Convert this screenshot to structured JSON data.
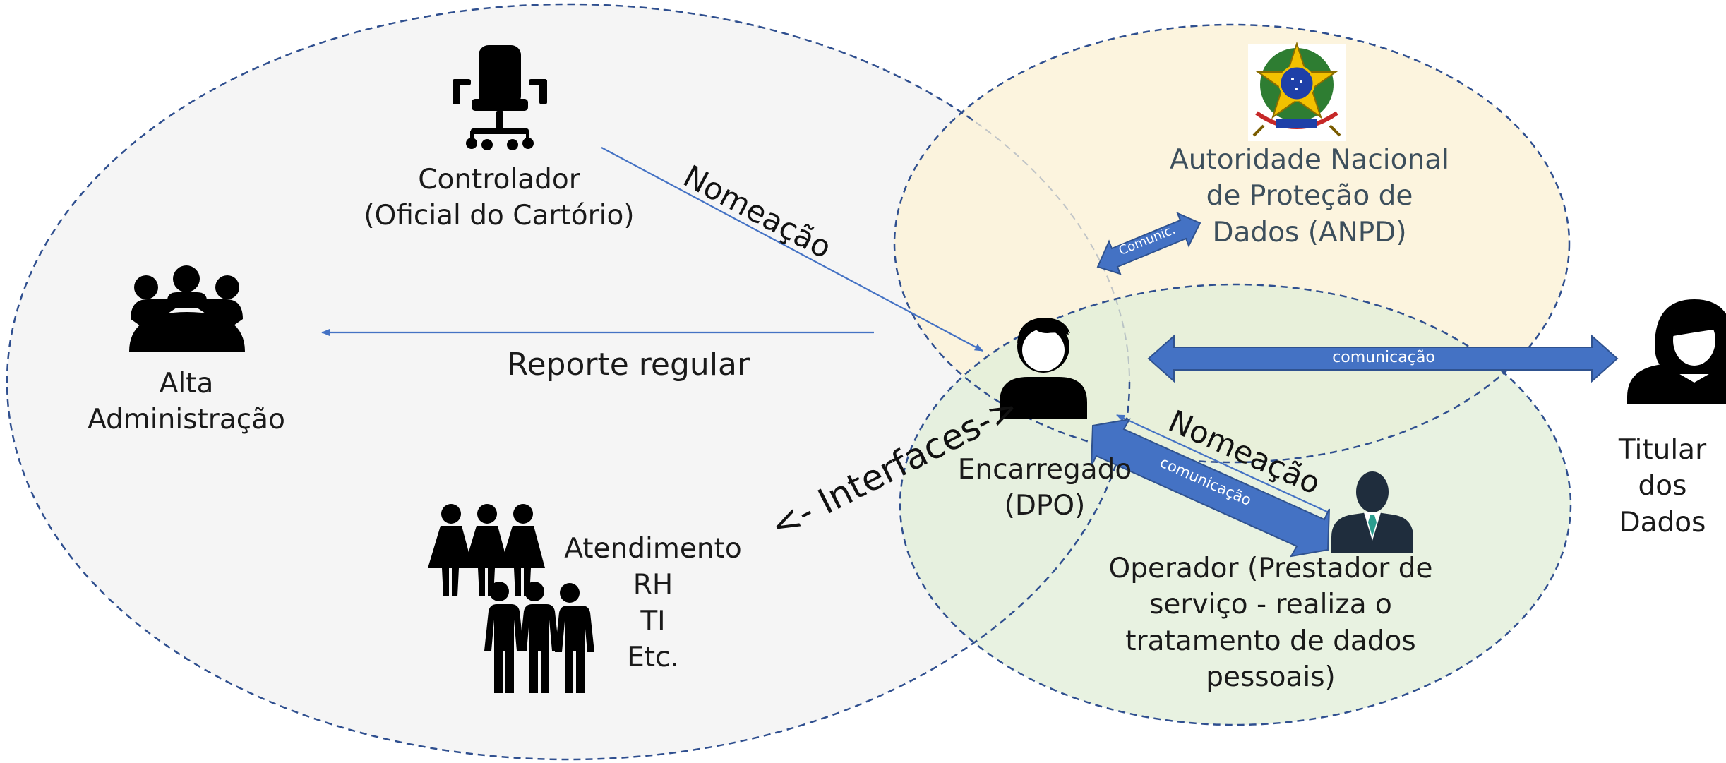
{
  "colors": {
    "outer_ellipse_fill": "#f5f5f5",
    "anpd_ellipse_fill": "#fcf2d9",
    "operator_ellipse_fill": "#e2eed8",
    "dashed_outline": "#2f4f8f",
    "line_blue": "#4472c4",
    "thick_arrow_fill": "#4472c4",
    "thick_arrow_stroke": "#2f528f",
    "icon_black": "#000000",
    "operator_suit": "#1f2d3d"
  },
  "icons": {
    "chair": "office-chair-icon",
    "board": "meeting-group-icon",
    "staff": "staff-group-icon",
    "dpo": "person-icon",
    "titular": "woman-icon",
    "operator": "businessman-icon",
    "anpd": "coat-of-arms-emblem"
  },
  "labels": {
    "controlador": [
      "Controlador",
      "(Oficial do Cartório)"
    ],
    "alta": [
      "Alta",
      "Administração"
    ],
    "reporte": "Reporte regular",
    "nomeacao_1": "Nomeação",
    "nomeacao_2": "Nomeação",
    "interfaces": "<- Interfaces->",
    "atendimento": [
      "Atendimento",
      "RH",
      "TI",
      "Etc."
    ],
    "anpd": [
      "Autoridade Nacional",
      "de Proteção de",
      "Dados (ANPD)"
    ],
    "encarregado": [
      "Encarregado",
      "(DPO)"
    ],
    "operador": [
      "Operador (Prestador de",
      "serviço - realiza o",
      "tratamento de dados",
      "pessoais)"
    ],
    "titular": [
      "Titular",
      "dos",
      "Dados"
    ],
    "comunic_short": "Comunic.",
    "comunicacao_titular": "comunicação",
    "comunicacao_operador": "comunicação"
  }
}
